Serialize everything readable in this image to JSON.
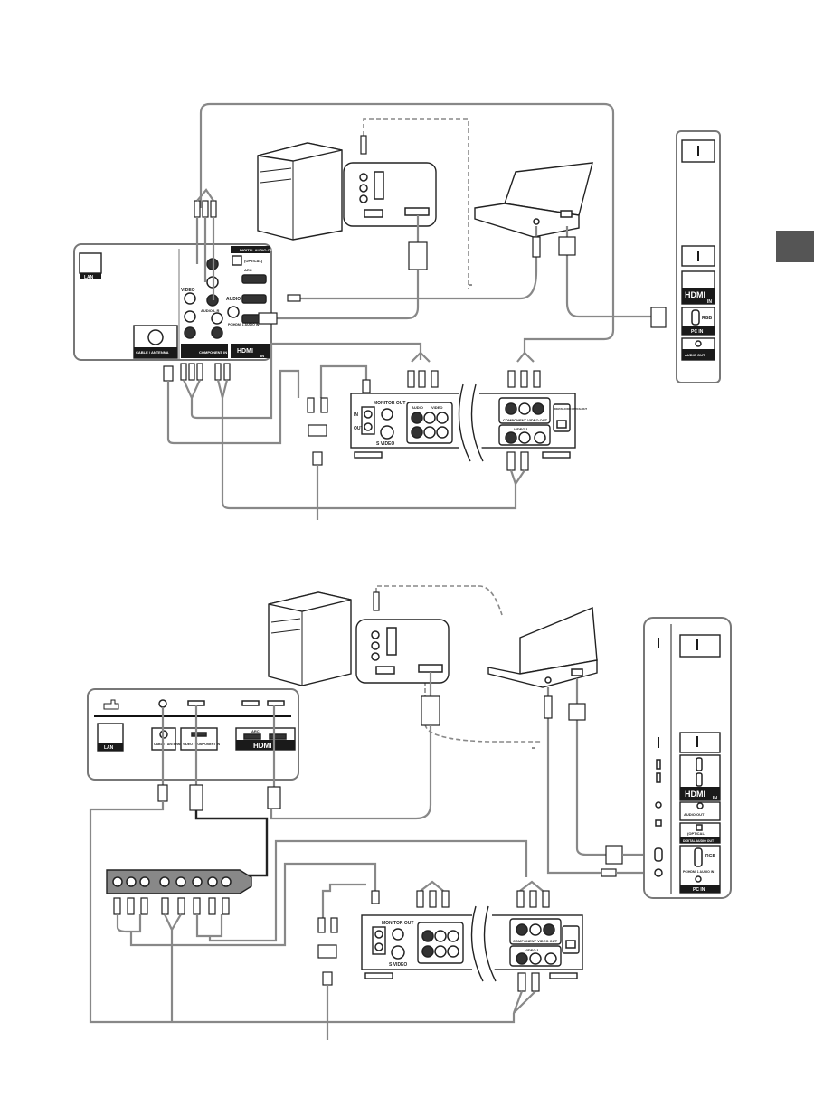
{
  "section_tab": {
    "color": "#555555"
  },
  "top": {
    "tv_panel": {
      "lan": "LAN",
      "cable_antenna": "CABLE / ANTENNA",
      "video": "VIDEO",
      "component_in": "COMPONENT IN",
      "audio_lr": "AUDIO L R",
      "digital_audio_out": "DIGITAL AUDIO OUT",
      "optical": "(OPTICAL)",
      "arc": "ARC",
      "audio": "AUDIO",
      "pc_hdmi_audio_in": "PC/HDMI 1 AUDIO IN",
      "hdmi": "HDMI",
      "in": "IN"
    },
    "side_panel": {
      "hdmi": "HDMI",
      "in": "IN",
      "rgb": "RGB",
      "pc_in": "PC IN",
      "audio_out": "AUDIO OUT"
    },
    "device": {
      "in": "IN",
      "out": "OUT",
      "monitor_out": "MONITOR OUT",
      "s_video": "S VIDEO",
      "audio": "AUDIO",
      "video": "VIDEO",
      "component_video_out": "COMPONENT VIDEO OUT",
      "video1": "VIDEO 1",
      "digital_audio_optical_out": "DIGITAL AUDIO OPTICAL OUT"
    },
    "note_mark": "**"
  },
  "bottom": {
    "tv_panel": {
      "lan": "LAN",
      "cable_antenna": "CABLE / ANTENNA",
      "video_component_in": "VIDEO / COMPONENT IN",
      "arc": "ARC",
      "hdmi": "HDMI"
    },
    "side_panel": {
      "hdmi": "HDMI",
      "in": "IN",
      "audio_out": "AUDIO OUT",
      "optical": "(OPTICAL)",
      "digital_audio_out": "DIGITAL AUDIO OUT",
      "rgb": "RGB",
      "pc_hdmi_audio_in": "PC/HDMI 1 AUDIO IN",
      "pc_in": "PC IN"
    },
    "device": {
      "monitor_out": "MONITOR OUT",
      "s_video": "S VIDEO",
      "component_video_out": "COMPONENT VIDEO OUT",
      "video1": "VIDEO 1"
    },
    "note_mark": "**"
  }
}
